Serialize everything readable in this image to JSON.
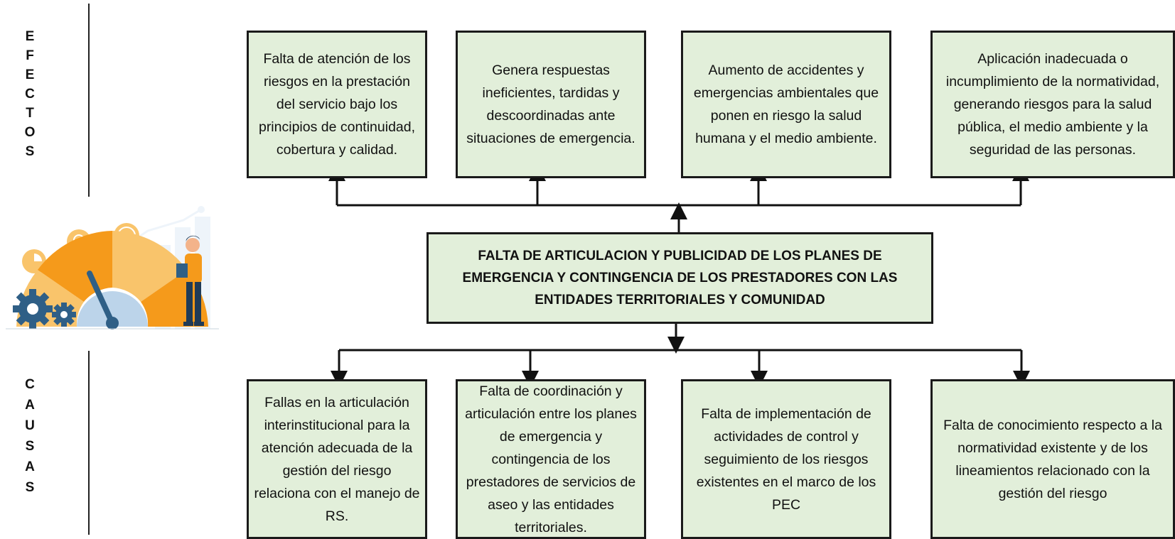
{
  "labels": {
    "effects": [
      "E",
      "F",
      "E",
      "C",
      "T",
      "O",
      "S"
    ],
    "causes": [
      "C",
      "A",
      "U",
      "S",
      "A",
      "S"
    ]
  },
  "problem": "FALTA DE ARTICULACION Y PUBLICIDAD DE LOS PLANES DE EMERGENCIA Y CONTINGENCIA DE LOS PRESTADORES CON LAS ENTIDADES TERRITORIALES Y COMUNIDAD",
  "effects": [
    "Falta de atención de los riesgos en la prestación del servicio bajo los principios de continuidad, cobertura y calidad.",
    "Genera respuestas ineficientes, tardidas  y descoordinadas ante situaciones de emergencia.",
    "Aumento de accidentes y emergencias ambientales que ponen en riesgo la salud humana y el medio ambiente.",
    "Aplicación inadecuada o incumplimiento de la normatividad, generando riesgos para la salud pública, el medio ambiente y la seguridad de las personas."
  ],
  "causes": [
    "Fallas en la articulación interinstitucional para la atención adecuada de la gestión del riesgo relaciona con el manejo de RS.",
    "Falta de coordinación y articulación entre los planes de emergencia y contingencia de los prestadores de servicios de aseo y las entidades territoriales.",
    "Falta de implementación de actividades de control y seguimiento de los riesgos existentes en el marco de los PEC",
    "Falta de conocimiento respecto a la normatividad existente y de los lineamientos relacionado con la gestión del riesgo"
  ],
  "colors": {
    "box_fill": "#e2efda",
    "border": "#1a1a1a",
    "orange": "#f59a1b",
    "light_orange": "#f9c46b",
    "blue": "#2f5f86"
  },
  "icons": [
    "gear-icon",
    "speedometer-gauge-icon",
    "person-with-clipboard-icon",
    "scales-icon",
    "bar-chart-icon"
  ]
}
